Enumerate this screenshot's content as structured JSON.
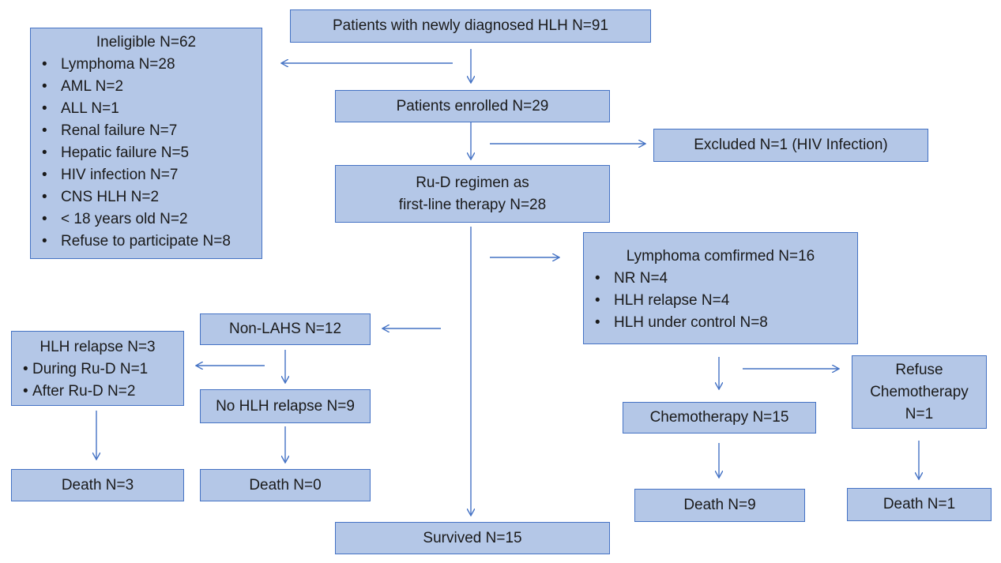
{
  "diagram": {
    "colors": {
      "box_fill": "#b4c7e7",
      "box_border": "#4472c4",
      "arrow": "#4472c4"
    },
    "top": "Patients with newly diagnosed HLH N=91",
    "ineligible": {
      "title": "Ineligible N=62",
      "items": [
        "Lymphoma N=28",
        "AML N=2",
        "ALL N=1",
        "Renal failure N=7",
        "Hepatic failure N=5",
        "HIV infection N=7",
        "CNS HLH N=2",
        "< 18 years old N=2",
        "Refuse to participate N=8"
      ]
    },
    "enrolled": "Patients enrolled N=29",
    "excluded": "Excluded N=1 (HIV Infection)",
    "regimen": [
      "Ru-D regimen as",
      "first-line therapy N=28"
    ],
    "lymphoma": {
      "title": "Lymphoma comfirmed N=16",
      "items": [
        "NR N=4",
        "HLH relapse N=4",
        "HLH under control N=8"
      ]
    },
    "non_lahs": "Non-LAHS N=12",
    "relapse": {
      "title": "HLH relapse N=3",
      "items": [
        "During Ru-D N=1",
        "After Ru-D N=2"
      ]
    },
    "no_relapse": "No HLH relapse N=9",
    "chemo": "Chemotherapy N=15",
    "refuse_chemo": [
      "Refuse",
      "Chemotherapy",
      "N=1"
    ],
    "death_relapse": "Death N=3",
    "death_norelapse": "Death N=0",
    "death_chemo": "Death N=9",
    "death_refuse": "Death N=1",
    "survived": "Survived N=15"
  }
}
